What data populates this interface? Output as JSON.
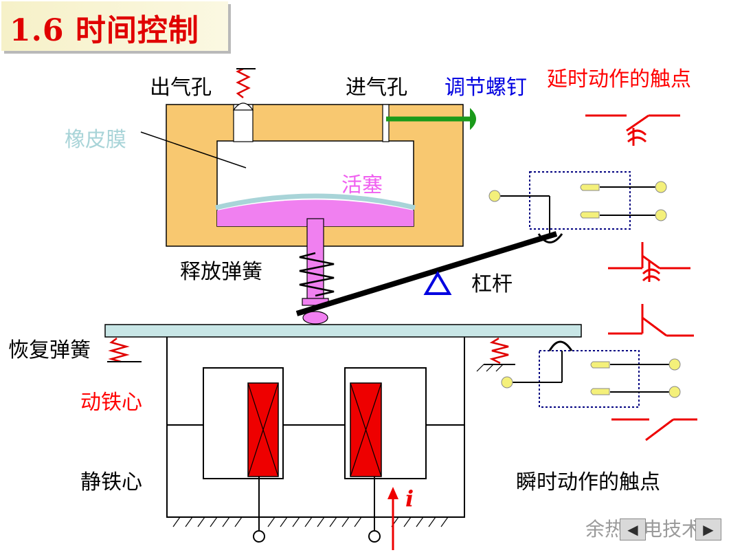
{
  "title": "1.6  时间控制",
  "labels": {
    "outlet_hole": "出气孔",
    "inlet_hole": "进气孔",
    "adjust_screw": "调节螺钉",
    "delay_contacts": "延时动作的触点",
    "rubber_membrane": "橡皮膜",
    "piston": "活塞",
    "release_spring": "释放弹簧",
    "lever": "杠杆",
    "return_spring": "恢复弹簧",
    "moving_core": "动铁心",
    "static_core": "静铁心",
    "instant_contacts": "瞬时动作的触点",
    "current": "i"
  },
  "watermark": "余热发电技术",
  "nav": {
    "prev": "◀",
    "next": "▶"
  },
  "colors": {
    "title": "#e00000",
    "red_label": "#ff0000",
    "blue_label": "#0000e0",
    "membrane_label": "#a8d4d8",
    "piston_label": "#f060f0",
    "chamber_fill": "#f8c870",
    "piston_fill": "#f080f0",
    "screw": "#1a9a1a",
    "coil": "#ee0000",
    "contact_dot": "#f4f07a",
    "plate": "#c8e6e6"
  }
}
